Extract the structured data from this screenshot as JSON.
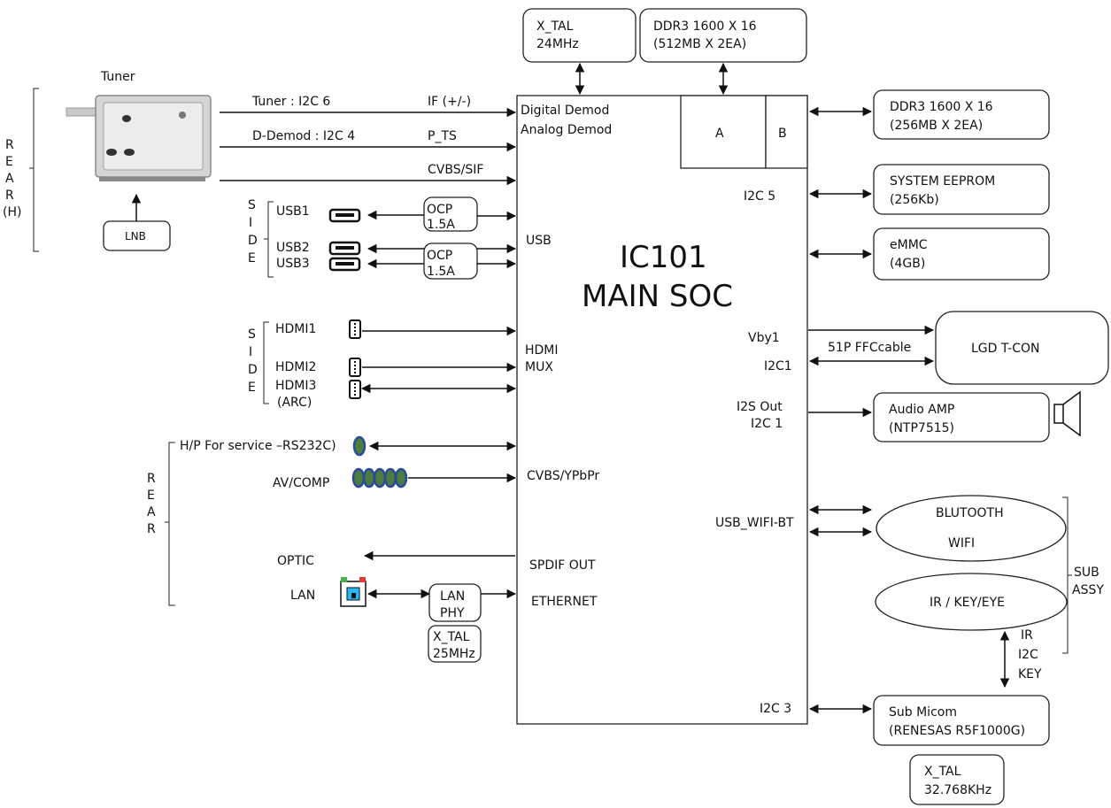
{
  "soc": {
    "line1": "IC101",
    "line2": "MAIN SOC"
  },
  "soc_ports": {
    "digital_demod": "Digital Demod",
    "analog_demod": "Analog Demod",
    "block_a": "A",
    "block_b": "B",
    "i2c5": "I2C 5",
    "usb": "USB",
    "vby1": "Vby1",
    "i2c1a": "I2C1",
    "hdmi": "HDMI",
    "mux": "MUX",
    "i2s_out": "I2S Out",
    "i2c1b": "I2C 1",
    "cvbs_ypbpr": "CVBS/YPbPr",
    "usb_wifi_bt": "USB_WIFI-BT",
    "spdif_out": "SPDIF OUT",
    "ethernet": "ETHERNET",
    "i2c3": "I2C 3"
  },
  "top": {
    "xtal_line1": "X_TAL",
    "xtal_line2": "24MHz",
    "ddr_line1": "DDR3 1600 X 16",
    "ddr_line2": "(512MB X 2EA)"
  },
  "tuner": {
    "title": "Tuner",
    "lnb": "LNB",
    "sig1": "Tuner : I2C 6",
    "sig1r": "IF (+/-)",
    "sig2": "D-Demod : I2C 4",
    "sig2r": "P_TS",
    "sig3r": "CVBS/SIF"
  },
  "rear_h": {
    "letters": [
      "R",
      "E",
      "A",
      "R",
      "(H)"
    ]
  },
  "side_usb": {
    "letters": [
      "S",
      "I",
      "D",
      "E"
    ],
    "usb1": "USB1",
    "usb2": "USB2",
    "usb3": "USB3",
    "ocp1_l1": "OCP",
    "ocp1_l2": "1.5A",
    "ocp2_l1": "OCP",
    "ocp2_l2": "1.5A"
  },
  "side_hdmi": {
    "letters": [
      "S",
      "I",
      "D",
      "E"
    ],
    "hdmi1": "HDMI1",
    "hdmi2": "HDMI2",
    "hdmi3": "HDMI3",
    "arc": "(ARC)"
  },
  "rear": {
    "letters": [
      "R",
      "E",
      "A",
      "R"
    ],
    "hp": "H/P For service –RS232C)",
    "av": "AV/COMP",
    "optic": "OPTIC",
    "lan": "LAN",
    "lanphy_l1": "LAN",
    "lanphy_l2": "PHY",
    "xtal_l1": "X_TAL",
    "xtal_l2": "25MHz"
  },
  "right": {
    "ddr_l1": "DDR3  1600 X 16",
    "ddr_l2": "(256MB X 2EA)",
    "eeprom_l1": "SYSTEM EEPROM",
    "eeprom_l2": "(256Kb)",
    "emmc_l1": "eMMC",
    "emmc_l2": "(4GB)",
    "tcon": "LGD T-CON",
    "ffc": "51P FFCcable",
    "amp_l1": "Audio AMP",
    "amp_l2": "(NTP7515)",
    "bt": "BLUTOOTH",
    "wifi": "WIFI",
    "irkey": "IR / KEY/EYE",
    "sub_l1": "SUB",
    "sub_l2": "ASSY",
    "ir": "IR",
    "i2c": "I2C",
    "key": "KEY",
    "micom_l1": "Sub Micom",
    "micom_l2": "(RENESAS R5F1000G)",
    "xtal_l1": "X_TAL",
    "xtal_l2": "32.768KHz"
  }
}
